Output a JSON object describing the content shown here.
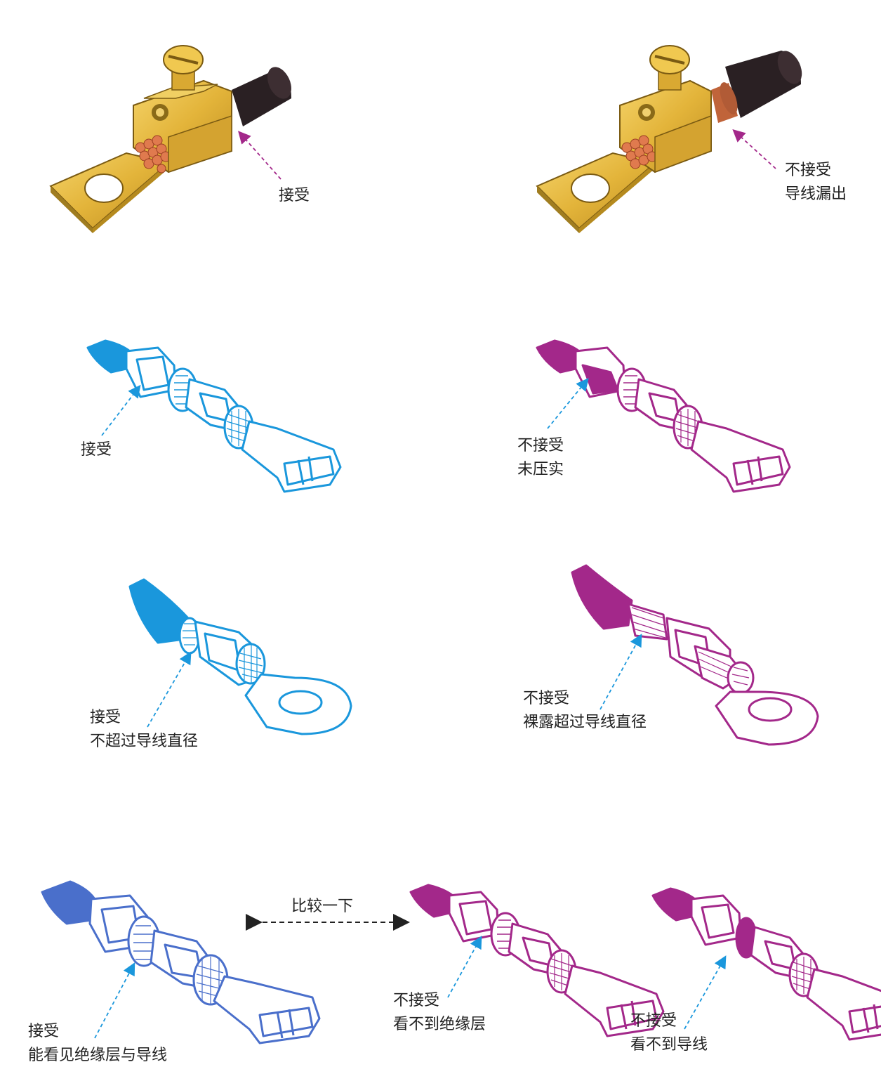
{
  "colors": {
    "brass": "#e3b43a",
    "brass_dark": "#a07d20",
    "copper": "#e07a4e",
    "cable_black": "#2a2023",
    "accept_blue": "#1a97dc",
    "accept_blue_dark": "#4a6fcb",
    "reject_magenta": "#a3288a",
    "arrow_magenta": "#a3288a",
    "arrow_blue": "#1a97dc",
    "text": "#222222"
  },
  "icons": [
    "screw-lug-terminal",
    "crimp-flag-terminal",
    "ring-terminal",
    "double-arrow"
  ],
  "labels": {
    "p1": {
      "line1": "接受"
    },
    "p2": {
      "line1": "不接受",
      "line2": "导线漏出"
    },
    "p3": {
      "line1": "接受"
    },
    "p4": {
      "line1": "不接受",
      "line2": "未压实"
    },
    "p5": {
      "line1": "接受",
      "line2": "不超过导线直径"
    },
    "p6": {
      "line1": "不接受",
      "line2": "裸露超过导线直径"
    },
    "p7": {
      "line1": "接受",
      "line2": "能看见绝缘层与导线"
    },
    "p8": {
      "line1": "不接受",
      "line2": "看不到绝缘层"
    },
    "p9": {
      "line1": "不接受",
      "line2": "看不到导线"
    }
  },
  "compare": {
    "label": "比较一下"
  }
}
